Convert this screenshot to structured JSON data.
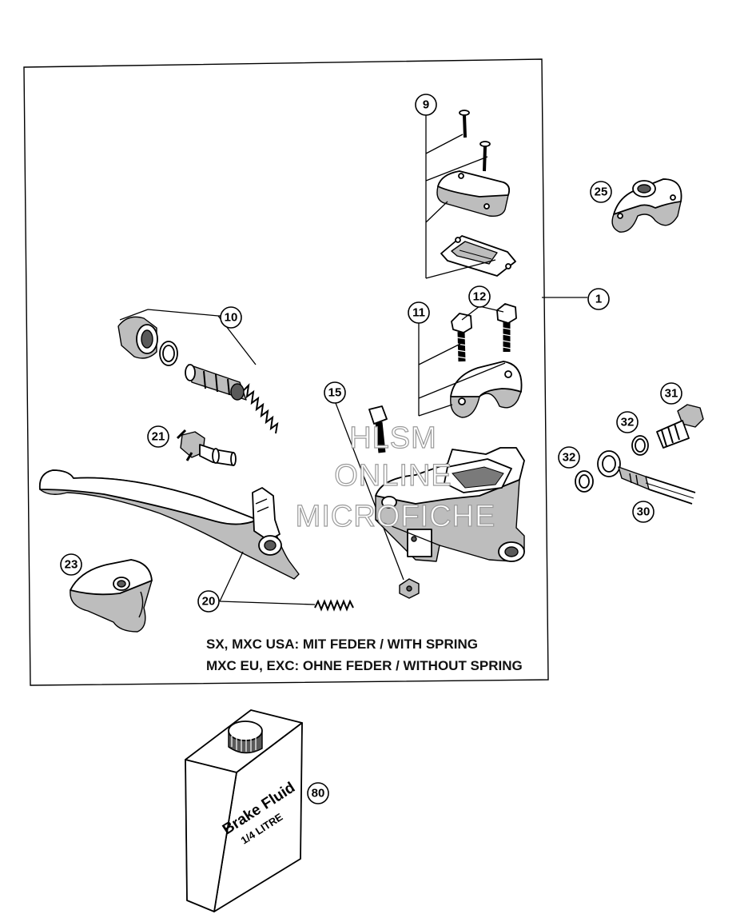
{
  "callouts": {
    "c1": "1",
    "c9": "9",
    "c10": "10",
    "c11": "11",
    "c12": "12",
    "c15": "15",
    "c20": "20",
    "c21": "21",
    "c23": "23",
    "c25": "25",
    "c30": "30",
    "c31": "31",
    "c32a": "32",
    "c32b": "32",
    "c80": "80"
  },
  "notes": {
    "line1": "SX, MXC USA: MIT FEDER / WITH SPRING",
    "line2": "MXC EU, EXC: OHNE FEDER / WITHOUT SPRING"
  },
  "watermark": {
    "line1": "HLSM",
    "line2": "ONLINE",
    "line3": "MICROFICHE"
  },
  "bottle": {
    "label_line1": "Brake Fluid",
    "label_line2": "1/4 LITRE"
  }
}
